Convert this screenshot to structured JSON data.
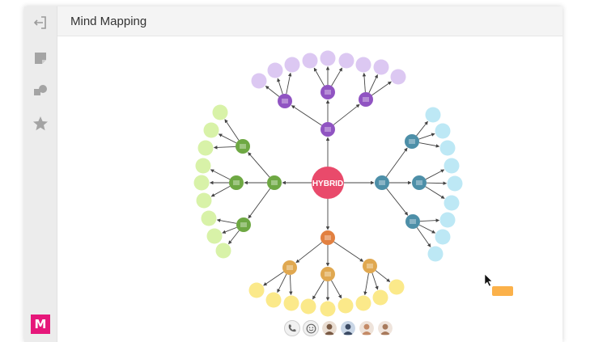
{
  "app": {
    "title": "Mind Mapping",
    "logo_letter": "M"
  },
  "colors": {
    "hub": "#e94a6b",
    "purple": "#9054c2",
    "purple_light": "#dcc8f2",
    "blue": "#4d8fa8",
    "blue_light": "#bde8f5",
    "green": "#6ea843",
    "green_light": "#d8f2a8",
    "orange": "#e28040",
    "yellow_node": "#e0a850",
    "yellow_light": "#fbe98a",
    "sticky_note": "#fbb14a"
  },
  "sidebar": {
    "items": [
      {
        "name": "exit-icon"
      },
      {
        "name": "note-icon"
      },
      {
        "name": "shapes-icon"
      },
      {
        "name": "star-icon"
      }
    ]
  },
  "mindmap": {
    "center_label": "HYBRID"
  },
  "toolbar": {
    "controls": [
      {
        "name": "phone-icon"
      },
      {
        "name": "emoji-icon"
      }
    ],
    "avatars": [
      {
        "name": "avatar-1",
        "color": "#7a5a44"
      },
      {
        "name": "avatar-2",
        "color": "#3b4a63"
      },
      {
        "name": "avatar-3",
        "color": "#c48a66"
      },
      {
        "name": "avatar-4",
        "color": "#a87a5c"
      }
    ]
  }
}
